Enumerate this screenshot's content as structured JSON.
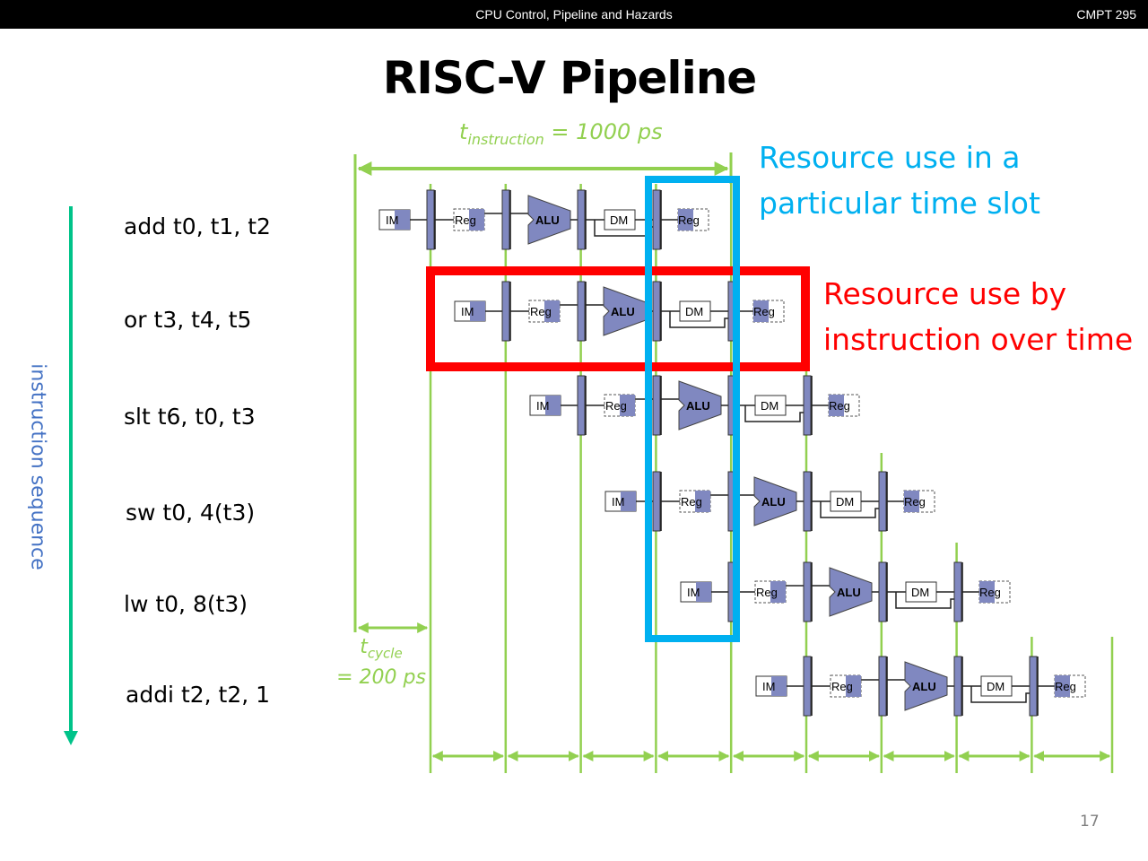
{
  "header": {
    "course_title": "CPU Control, Pipeline and Hazards",
    "course_code": "CMPT 295"
  },
  "slide": {
    "title": "RISC-V Pipeline",
    "page_number": "17"
  },
  "sequence_label": "instruction sequence",
  "instructions": [
    "add t0, t1, t2",
    "or t3, t4, t5",
    "slt t6, t0, t3",
    "sw t0, 4(t3)",
    "lw t0, 8(t3)",
    "addi t2, t2, 1"
  ],
  "timing": {
    "t_instruction_symbol": "t",
    "t_instruction_subscript": "instruction",
    "t_instruction_value": " = 1000 ps",
    "t_cycle_symbol": "t",
    "t_cycle_subscript": "cycle",
    "t_cycle_value": "= 200 ps"
  },
  "stages": {
    "im": "IM",
    "reg": "Reg",
    "alu": "ALU",
    "dm": "DM",
    "wb": "Reg"
  },
  "annotations": {
    "blue_line1": "Resource use in a",
    "blue_line2": "particular time slot",
    "red_line1": "Resource use by",
    "red_line2": "instruction over time"
  },
  "colors": {
    "green_timing": "#92d050",
    "arrow_teal": "#00c389",
    "blue_highlight": "#00b0f0",
    "red_highlight": "#ff0000",
    "stage_fill": "#8088c0",
    "sequence_label": "#4472c4"
  }
}
